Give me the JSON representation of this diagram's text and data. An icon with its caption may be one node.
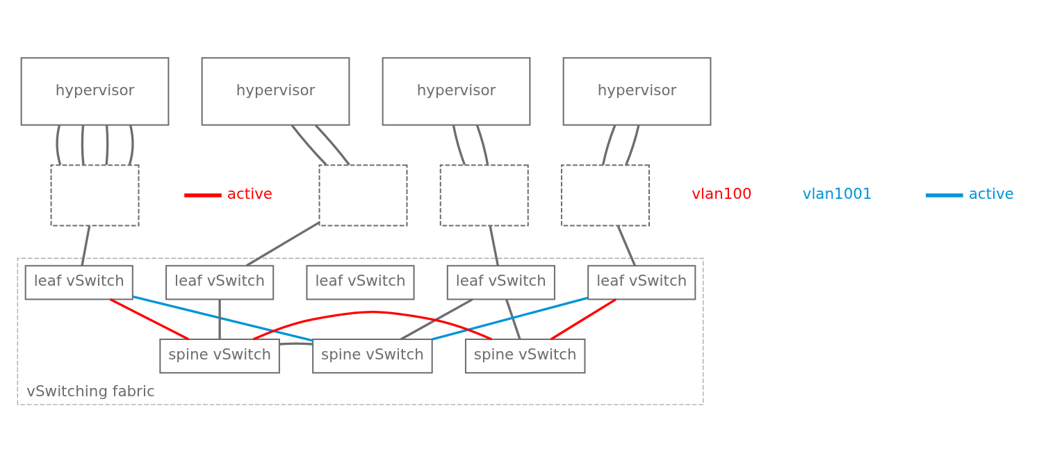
{
  "diagram": {
    "nodes": [
      {
        "text": [
          "hypervisor"
        ]
      },
      {
        "text": [
          "hypervisor"
        ]
      },
      {
        "text": [
          "hypervisor"
        ]
      },
      {
        "text": [
          "hypervisor"
        ]
      },
      {
        "text": [],
        "shape": "box"
      },
      {
        "text": [],
        "shape": "box"
      },
      {
        "text": [],
        "shape": "box"
      },
      {
        "text": [],
        "shape": "box"
      },
      {
        "text": [
          "vSwitching fabric"
        ]
      },
      {
        "text": [
          "leaf vSwitch"
        ],
        "in": 8
      },
      {
        "text": [
          "leaf vSwitch"
        ],
        "in": 8
      },
      {
        "text": [
          "leaf vSwitch"
        ],
        "in": 8
      },
      {
        "text": [
          "leaf vSwitch"
        ],
        "in": 8
      },
      {
        "text": [
          "leaf vSwitch"
        ],
        "in": 8
      },
      {
        "text": [
          "spine vSwitch"
        ],
        "in": 8
      },
      {
        "text": [
          "spine vSwitch"
        ],
        "in": 8
      },
      {
        "text": [
          "spine vSwitch"
        ],
        "in": 8
      }
    ],
    "edges": [
      {
        "from": 0,
        "to": 4,
        "arrow": "none"
      },
      {
        "from": 0,
        "to": 4,
        "arrow": "none"
      },
      {
        "from": 0,
        "to": 4,
        "arrow": "none"
      },
      {
        "from": 0,
        "to": 4,
        "arrow": "none"
      },
      {
        "from": 1,
        "to": 5,
        "arrow": "none"
      },
      {
        "from": 1,
        "to": 5,
        "arrow": "none"
      },
      {
        "from": 2,
        "to": 6,
        "arrow": "none"
      },
      {
        "from": 2,
        "to": 6,
        "arrow": "none"
      },
      {
        "from": 3,
        "to": 7,
        "arrow": "none"
      },
      {
        "from": 3,
        "to": 7,
        "arrow": "none"
      },
      {
        "from": 4,
        "to": 9,
        "arrow": "none"
      },
      {
        "from": 5,
        "to": 11,
        "arrow": "none"
      },
      {
        "from": 6,
        "to": 12,
        "arrow": "none"
      },
      {
        "from": 7,
        "to": 13,
        "arrow": "none"
      },
      {
        "from": 9,
        "to": 14,
        "arrow": "none",
        "color": "#ff0000"
      },
      {
        "from": 9,
        "to": 15,
        "arrow": "none",
        "color": "#0095d6"
      },
      {
        "from": 11,
        "to": 14,
        "arrow": "none"
      },
      {
        "from": 12,
        "to": 15,
        "arrow": "none"
      },
      {
        "from": 12,
        "to": 16,
        "arrow": "none"
      },
      {
        "from": 13,
        "to": 15,
        "arrow": "none",
        "color": "#0095d6"
      },
      {
        "from": 13,
        "to": 16,
        "arrow": "none",
        "color": "#ff0000"
      },
      {
        "from": 14,
        "to": 15,
        "arrow": "none"
      },
      {
        "from": 14,
        "to": 16,
        "arrow": "none",
        "color": "#ff0000"
      }
    ],
    "labels": [
      "vlan100",
      "vlan1001"
    ],
    "legend": [
      {
        "text": "active",
        "color": "#ff0000"
      },
      {
        "text": "active",
        "color": "#0095d6"
      }
    ]
  }
}
